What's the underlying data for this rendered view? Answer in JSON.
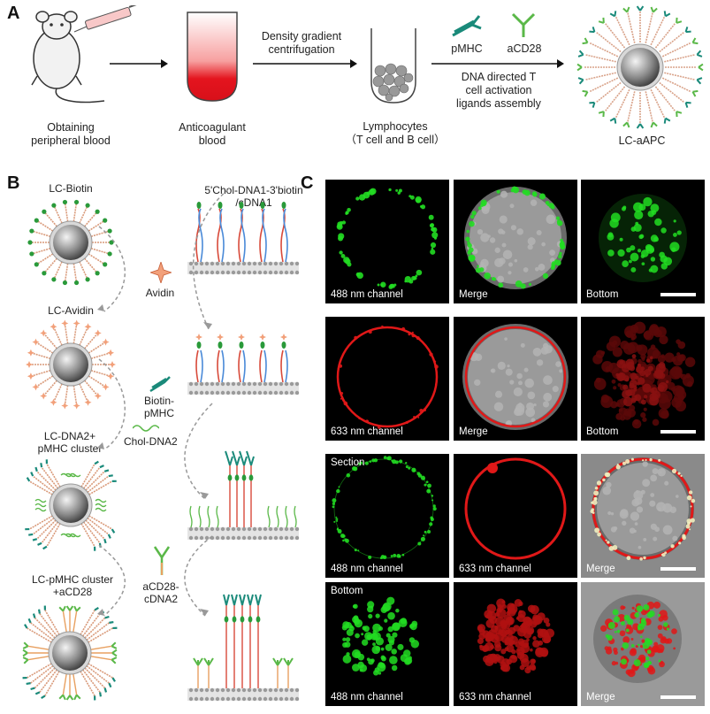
{
  "panels": {
    "a": "A",
    "b": "B",
    "c": "C"
  },
  "panel_a": {
    "step1": [
      "Obtaining",
      "peripheral blood"
    ],
    "step2": [
      "Anticoagulant",
      "blood"
    ],
    "arrow2": [
      "Density gradient",
      "centrifugation"
    ],
    "step3": [
      "Lymphocytes",
      "（T cell and B cell）"
    ],
    "reagent1": "pMHC",
    "reagent2": "aCD28",
    "arrow3": [
      "DNA directed T",
      "cell activation",
      "ligands assembly"
    ],
    "step4": "LC-aAPC"
  },
  "panel_b": {
    "lc_biotin": "LC-Biotin",
    "dna_label": [
      "5'Chol-DNA1-3'biotin",
      "/cDNA1"
    ],
    "avidin": "Avidin",
    "lc_avidin": "LC-Avidin",
    "biotin_pmhc": [
      "Biotin-",
      "pMHC"
    ],
    "chol_dna2": "Chol-DNA2",
    "lc_dna2": [
      "LC-DNA2+",
      "pMHC cluster"
    ],
    "acd28_cdna2": [
      "aCD28-",
      "cDNA2"
    ],
    "lc_pmhc": [
      "LC-pMHC cluster",
      "+aCD28"
    ]
  },
  "panel_c": {
    "row1": [
      "488 nm channel",
      "Merge",
      "Bottom"
    ],
    "row2": [
      "633 nm channel",
      "Merge",
      "Bottom"
    ],
    "row3_top": "Section",
    "row3": [
      "488 nm channel",
      "633 nm channel",
      "Merge"
    ],
    "row4_top": "Bottom",
    "row4": [
      "488 nm channel",
      "633 nm channel",
      "Merge"
    ]
  },
  "colors": {
    "green": "#22dd22",
    "red": "#e01818",
    "blood": "#e4141e",
    "arrow": "#111111",
    "dash": "#999999"
  }
}
